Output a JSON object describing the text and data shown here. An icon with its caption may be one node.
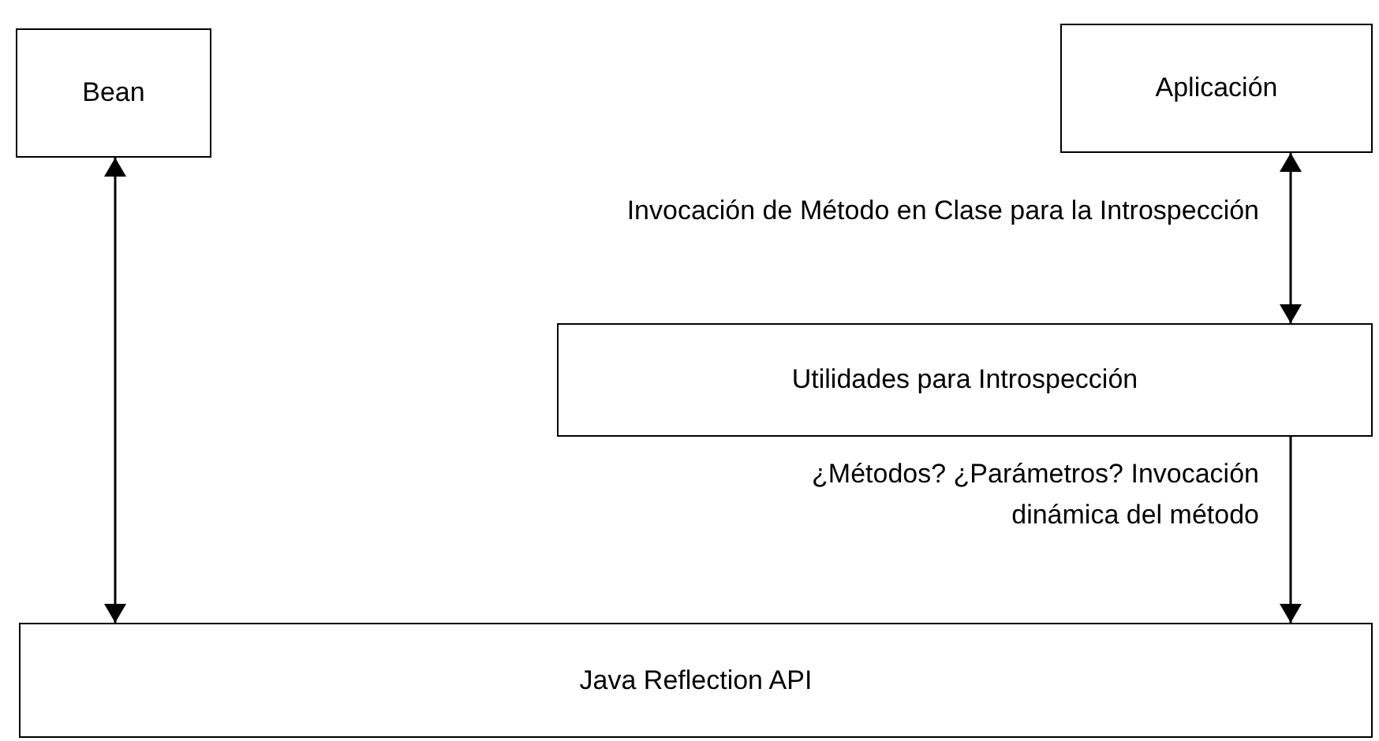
{
  "diagram": {
    "nodes": [
      {
        "text": [
          "Bean"
        ]
      },
      {
        "text": [
          "Aplicación"
        ]
      },
      {
        "text": [
          "Utilidades para Introspección"
        ]
      },
      {
        "text": [
          "Java Reflection API"
        ]
      }
    ],
    "edges": [
      {
        "from": 0,
        "to": 3,
        "arrow": "both"
      },
      {
        "from": 1,
        "to": 2,
        "arrow": "both",
        "label": "Invocación de Método en Clase para la Introspección"
      },
      {
        "from": 2,
        "to": 3,
        "arrow": "to",
        "label": "¿Métodos? ¿Parámetros? Invocación dinámica del método"
      }
    ]
  }
}
